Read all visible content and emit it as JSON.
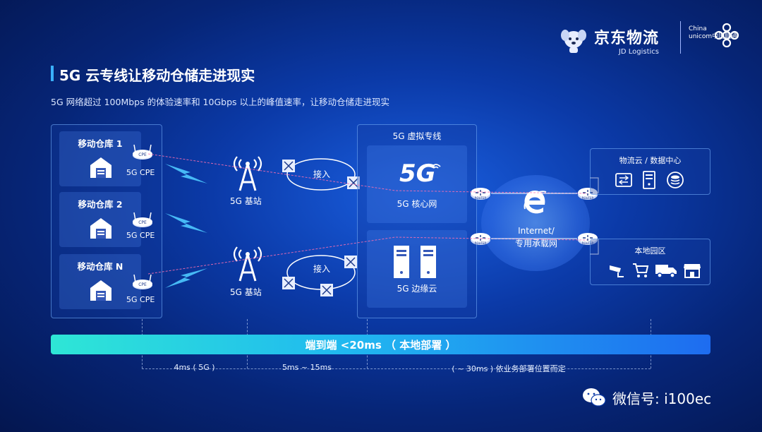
{
  "header": {
    "title": "5G 云专线让移动仓储走进现实",
    "subtitle": "5G 网络超过 100Mbps 的体验速率和 10Gbps 以上的峰值速率，让移动仓储走进现实"
  },
  "logos": {
    "jd_cn": "京东物流",
    "jd_en": "JD Logistics",
    "unicom_line1": "China",
    "unicom_line2": "unicom中国联通"
  },
  "warehouses": [
    {
      "label": "移动仓库 1",
      "cpe": "5G CPE"
    },
    {
      "label": "移动仓库 2",
      "cpe": "5G CPE"
    },
    {
      "label": "移动仓库 N",
      "cpe": "5G CPE"
    }
  ],
  "base_stations": [
    {
      "label": "5G 基站",
      "access": "接入"
    },
    {
      "label": "5G 基站",
      "access": "接入"
    }
  ],
  "virtual_line": {
    "title": "5G 虚拟专线",
    "logo_text": "5G",
    "core": "5G 核心网",
    "edge": "5G 边缘云"
  },
  "internet": {
    "line1": "Internet/",
    "line2": "专用承载网"
  },
  "router_label": "ROUTER",
  "cpe_tag": "CPE",
  "destinations": {
    "cloud_title": "物流云 / 数据中心",
    "park_title": "本地园区"
  },
  "latency": {
    "bar": "端到端 <20ms （ 本地部署 ）",
    "seg1": "4ms ( 5G )",
    "seg2": "5ms ~ 15ms",
    "seg3": "( ~ 30ms ) 依业务部署位置而定"
  },
  "watermark": "微信号: i100ec",
  "colors": {
    "accent": "#3ab0ff",
    "bar_start": "#2ee6d6",
    "bar_end": "#1e6cf0"
  }
}
